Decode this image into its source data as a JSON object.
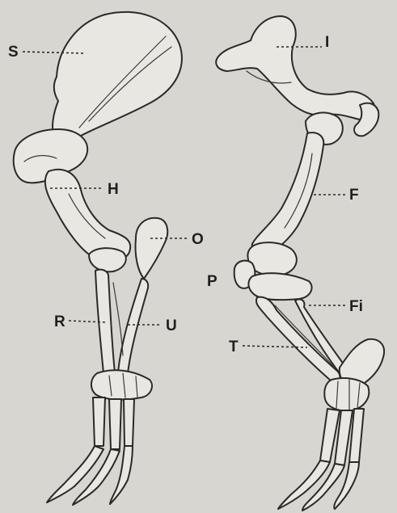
{
  "figure": {
    "forelimb": {
      "labels": {
        "scapula": "S",
        "humerus": "H",
        "olecranon": "O",
        "radius": "R",
        "ulna": "U"
      }
    },
    "hindlimb": {
      "labels": {
        "ilium": "I",
        "femur": "F",
        "patella": "P",
        "fibula": "Fi",
        "tibia": "T"
      }
    }
  }
}
